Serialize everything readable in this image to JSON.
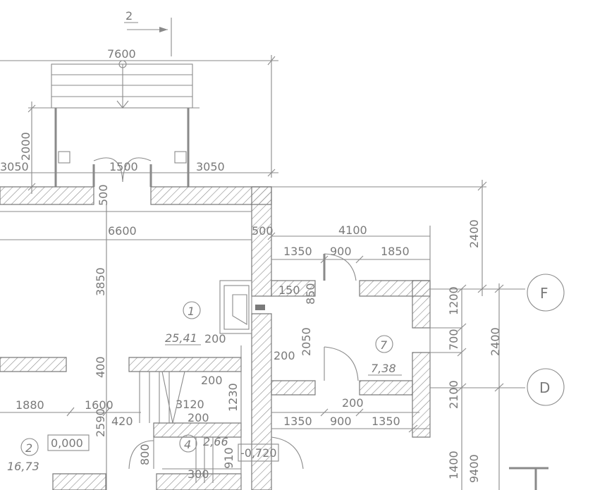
{
  "section_mark": "2",
  "axes": {
    "f": "F",
    "d": "D"
  },
  "dims": {
    "d7600": "7600",
    "d2000": "2000",
    "d3050a": "3050",
    "d1500": "1500",
    "d3050b": "3050",
    "d500v": "500",
    "d6600": "6600",
    "d500h": "500",
    "d4100": "4100",
    "d1350a": "1350",
    "d900a": "900",
    "d1850": "1850",
    "d150": "150",
    "d850": "850",
    "d2400a": "2400",
    "d1200": "1200",
    "d3850": "3850",
    "d2050": "2050",
    "d700": "700",
    "d2400b": "2400",
    "d200a": "200",
    "d400": "400",
    "d200b": "200",
    "d200c": "200",
    "d2100": "2100",
    "d1230": "1230",
    "d1880": "1880",
    "d1600": "1600",
    "d3120": "3120",
    "d2590": "2590",
    "d420": "420",
    "d200d": "200",
    "d1350b": "1350",
    "d900b": "900",
    "d1350c": "1350",
    "d800": "800",
    "d910": "910",
    "d1400": "1400",
    "d9400": "9400",
    "d200e": "200",
    "d300": "300"
  },
  "rooms": {
    "r1": {
      "num": "1",
      "area": "25,41"
    },
    "r2": {
      "num": "2",
      "area": "16,73"
    },
    "r4": {
      "num": "4",
      "area": "2,66"
    },
    "r7": {
      "num": "7",
      "area": "7,38"
    }
  },
  "levels": {
    "l0": "0,000",
    "l720": "-0,720"
  }
}
